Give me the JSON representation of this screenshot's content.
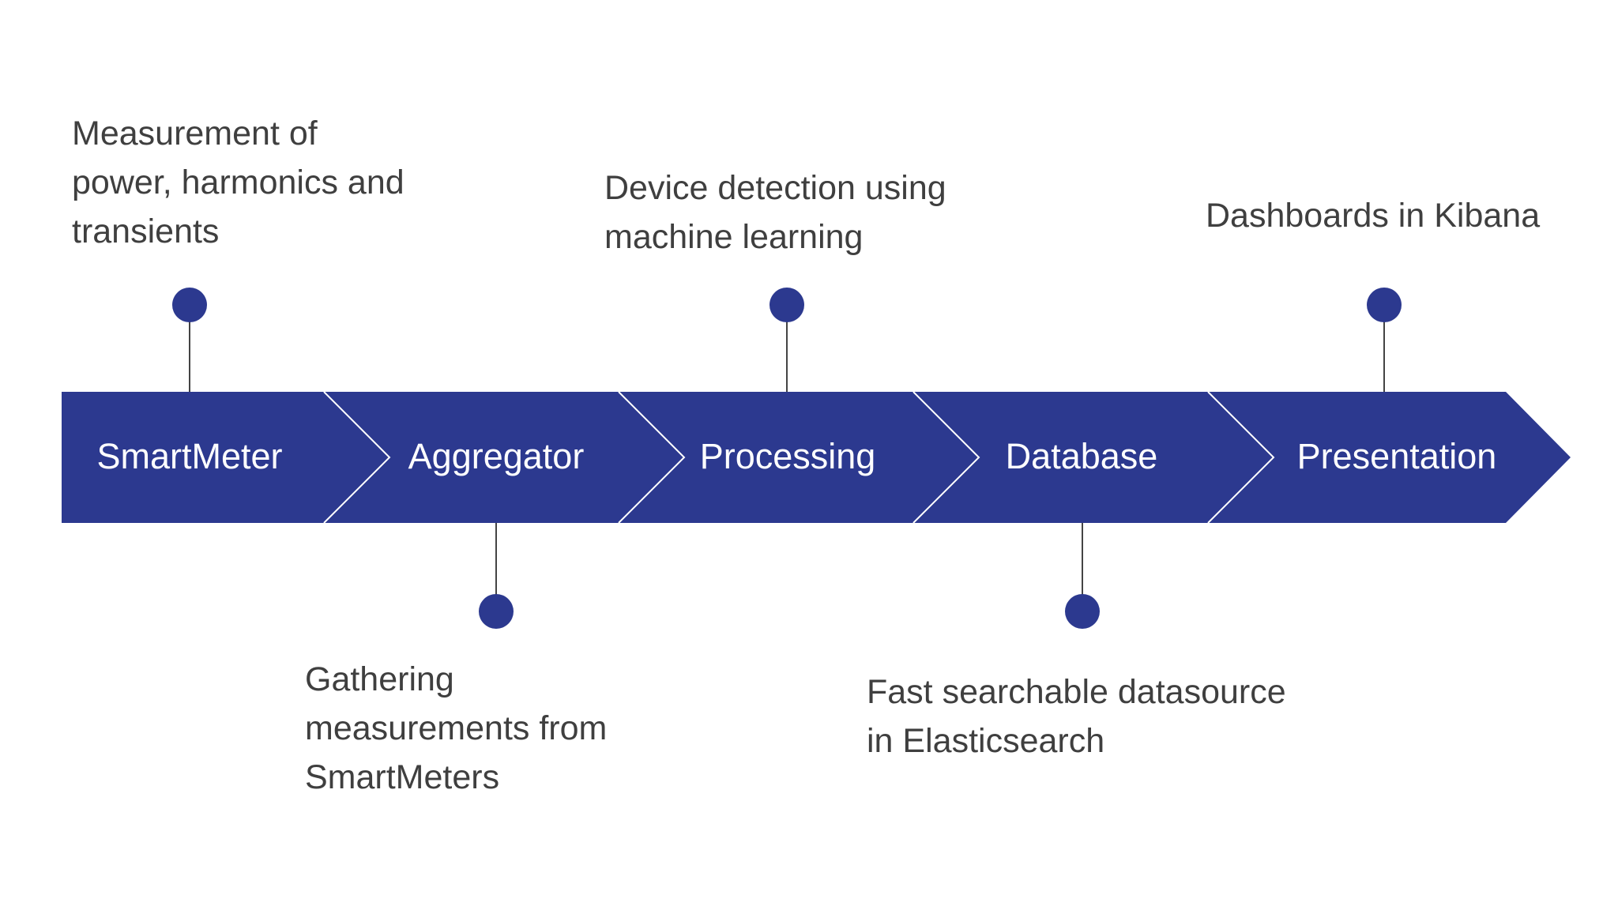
{
  "colors": {
    "arrow_fill": "#2c398f",
    "separator": "#ffffff",
    "dot": "#2c398f",
    "connector": "#444444",
    "text": "#3f3f3f"
  },
  "stages": [
    {
      "label": "SmartMeter",
      "description": "Measurement of\npower, harmonics and\ntransients",
      "side": "top"
    },
    {
      "label": "Aggregator",
      "description": "Gathering\nmeasurements from\nSmartMeters",
      "side": "bottom"
    },
    {
      "label": "Processing",
      "description": "Device detection using\nmachine learning",
      "side": "top"
    },
    {
      "label": "Database",
      "description": "Fast searchable datasource\nin Elasticsearch",
      "side": "bottom"
    },
    {
      "label": "Presentation",
      "description": "Dashboards in Kibana",
      "side": "top"
    }
  ]
}
